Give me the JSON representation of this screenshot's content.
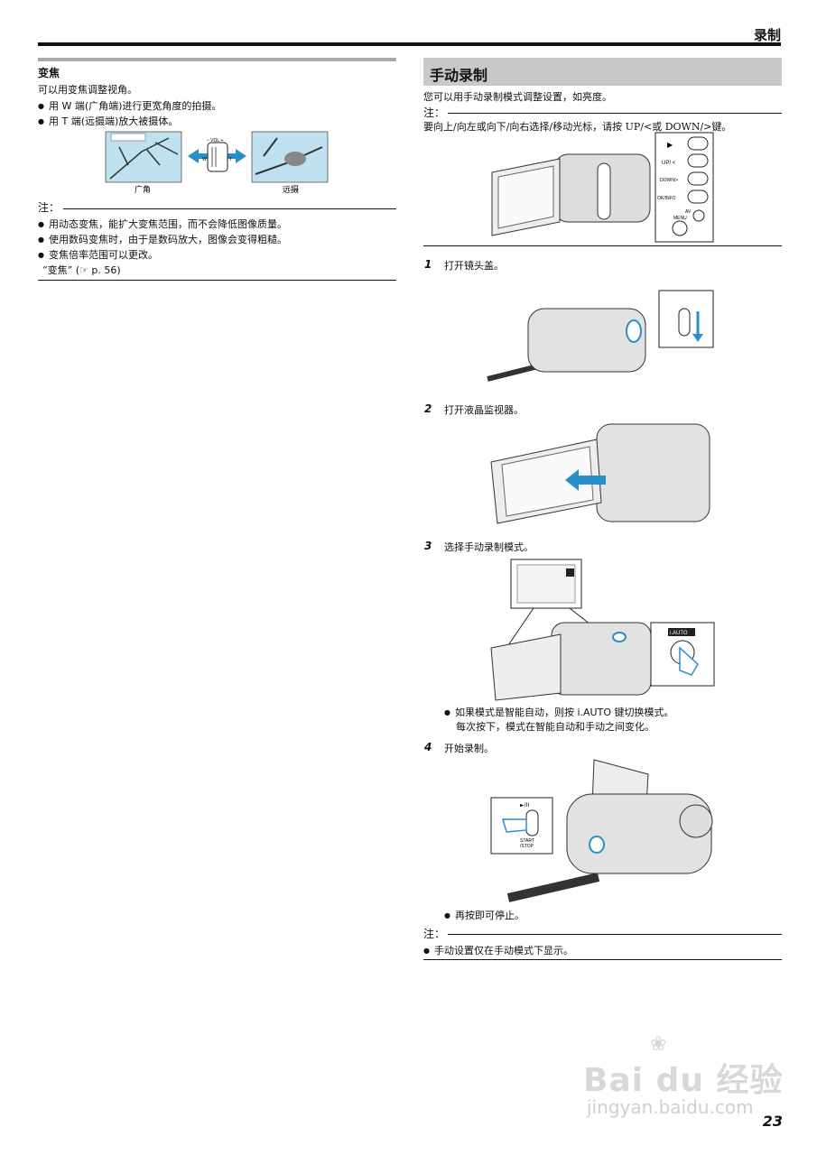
{
  "header": {
    "section": "录制",
    "page_number": "23"
  },
  "left": {
    "title": "变焦",
    "intro": "可以用变焦调整视角。",
    "bullets": [
      "用 W 端(广角端)进行更宽角度的拍摄。",
      "用 T 端(远摄端)放大被摄体。"
    ],
    "fig": {
      "wide": "广角",
      "tele": "远摄",
      "vol": "– VOL +",
      "w": "W",
      "t": "T"
    },
    "note_label": "注：",
    "notes": [
      "用动态变焦，能扩大变焦范围，而不会降低图像质量。",
      "使用数码变焦时，由于是数码放大，图像会变得粗糙。",
      "变焦倍率范围可以更改。"
    ],
    "ref_text": "“变焦”",
    "ref_page": "(☞ p. 56)"
  },
  "right": {
    "title": "手动录制",
    "intro": "您可以用手动录制模式调整设置，如亮度。",
    "note_label": "注：",
    "note_text": "要向上/向左或向下/向右选择/移动光标，请按 UP/<或 DOWN/>键。",
    "buttons": {
      "play": "▶",
      "up": "UP/ <",
      "down": "DOWN/>",
      "ok": "OK/INFO",
      "av": "AV",
      "menu": "MENU"
    },
    "steps": [
      {
        "num": "1",
        "text": "打开镜头盖。"
      },
      {
        "num": "2",
        "text": "打开液晶监视器。"
      },
      {
        "num": "3",
        "text": "选择手动录制模式。"
      },
      {
        "num": "4",
        "text": "开始录制。"
      }
    ],
    "iauto_label": "i.AUTO",
    "step3_bullet": "如果模式是智能自动，则按 i.AUTO 键切换模式。",
    "step3_sub": "每次按下，模式在智能自动和手动之间变化。",
    "start_label": "►/ⅠⅠ",
    "start_stop": "START\n/STOP",
    "step4_bullet": "再按即可停止。",
    "bottom_note_label": "注：",
    "bottom_note": "手动设置仅在手动模式下显示。"
  },
  "watermark": {
    "brand": "Bai du 经验",
    "url": "jingyan.baidu.com"
  }
}
